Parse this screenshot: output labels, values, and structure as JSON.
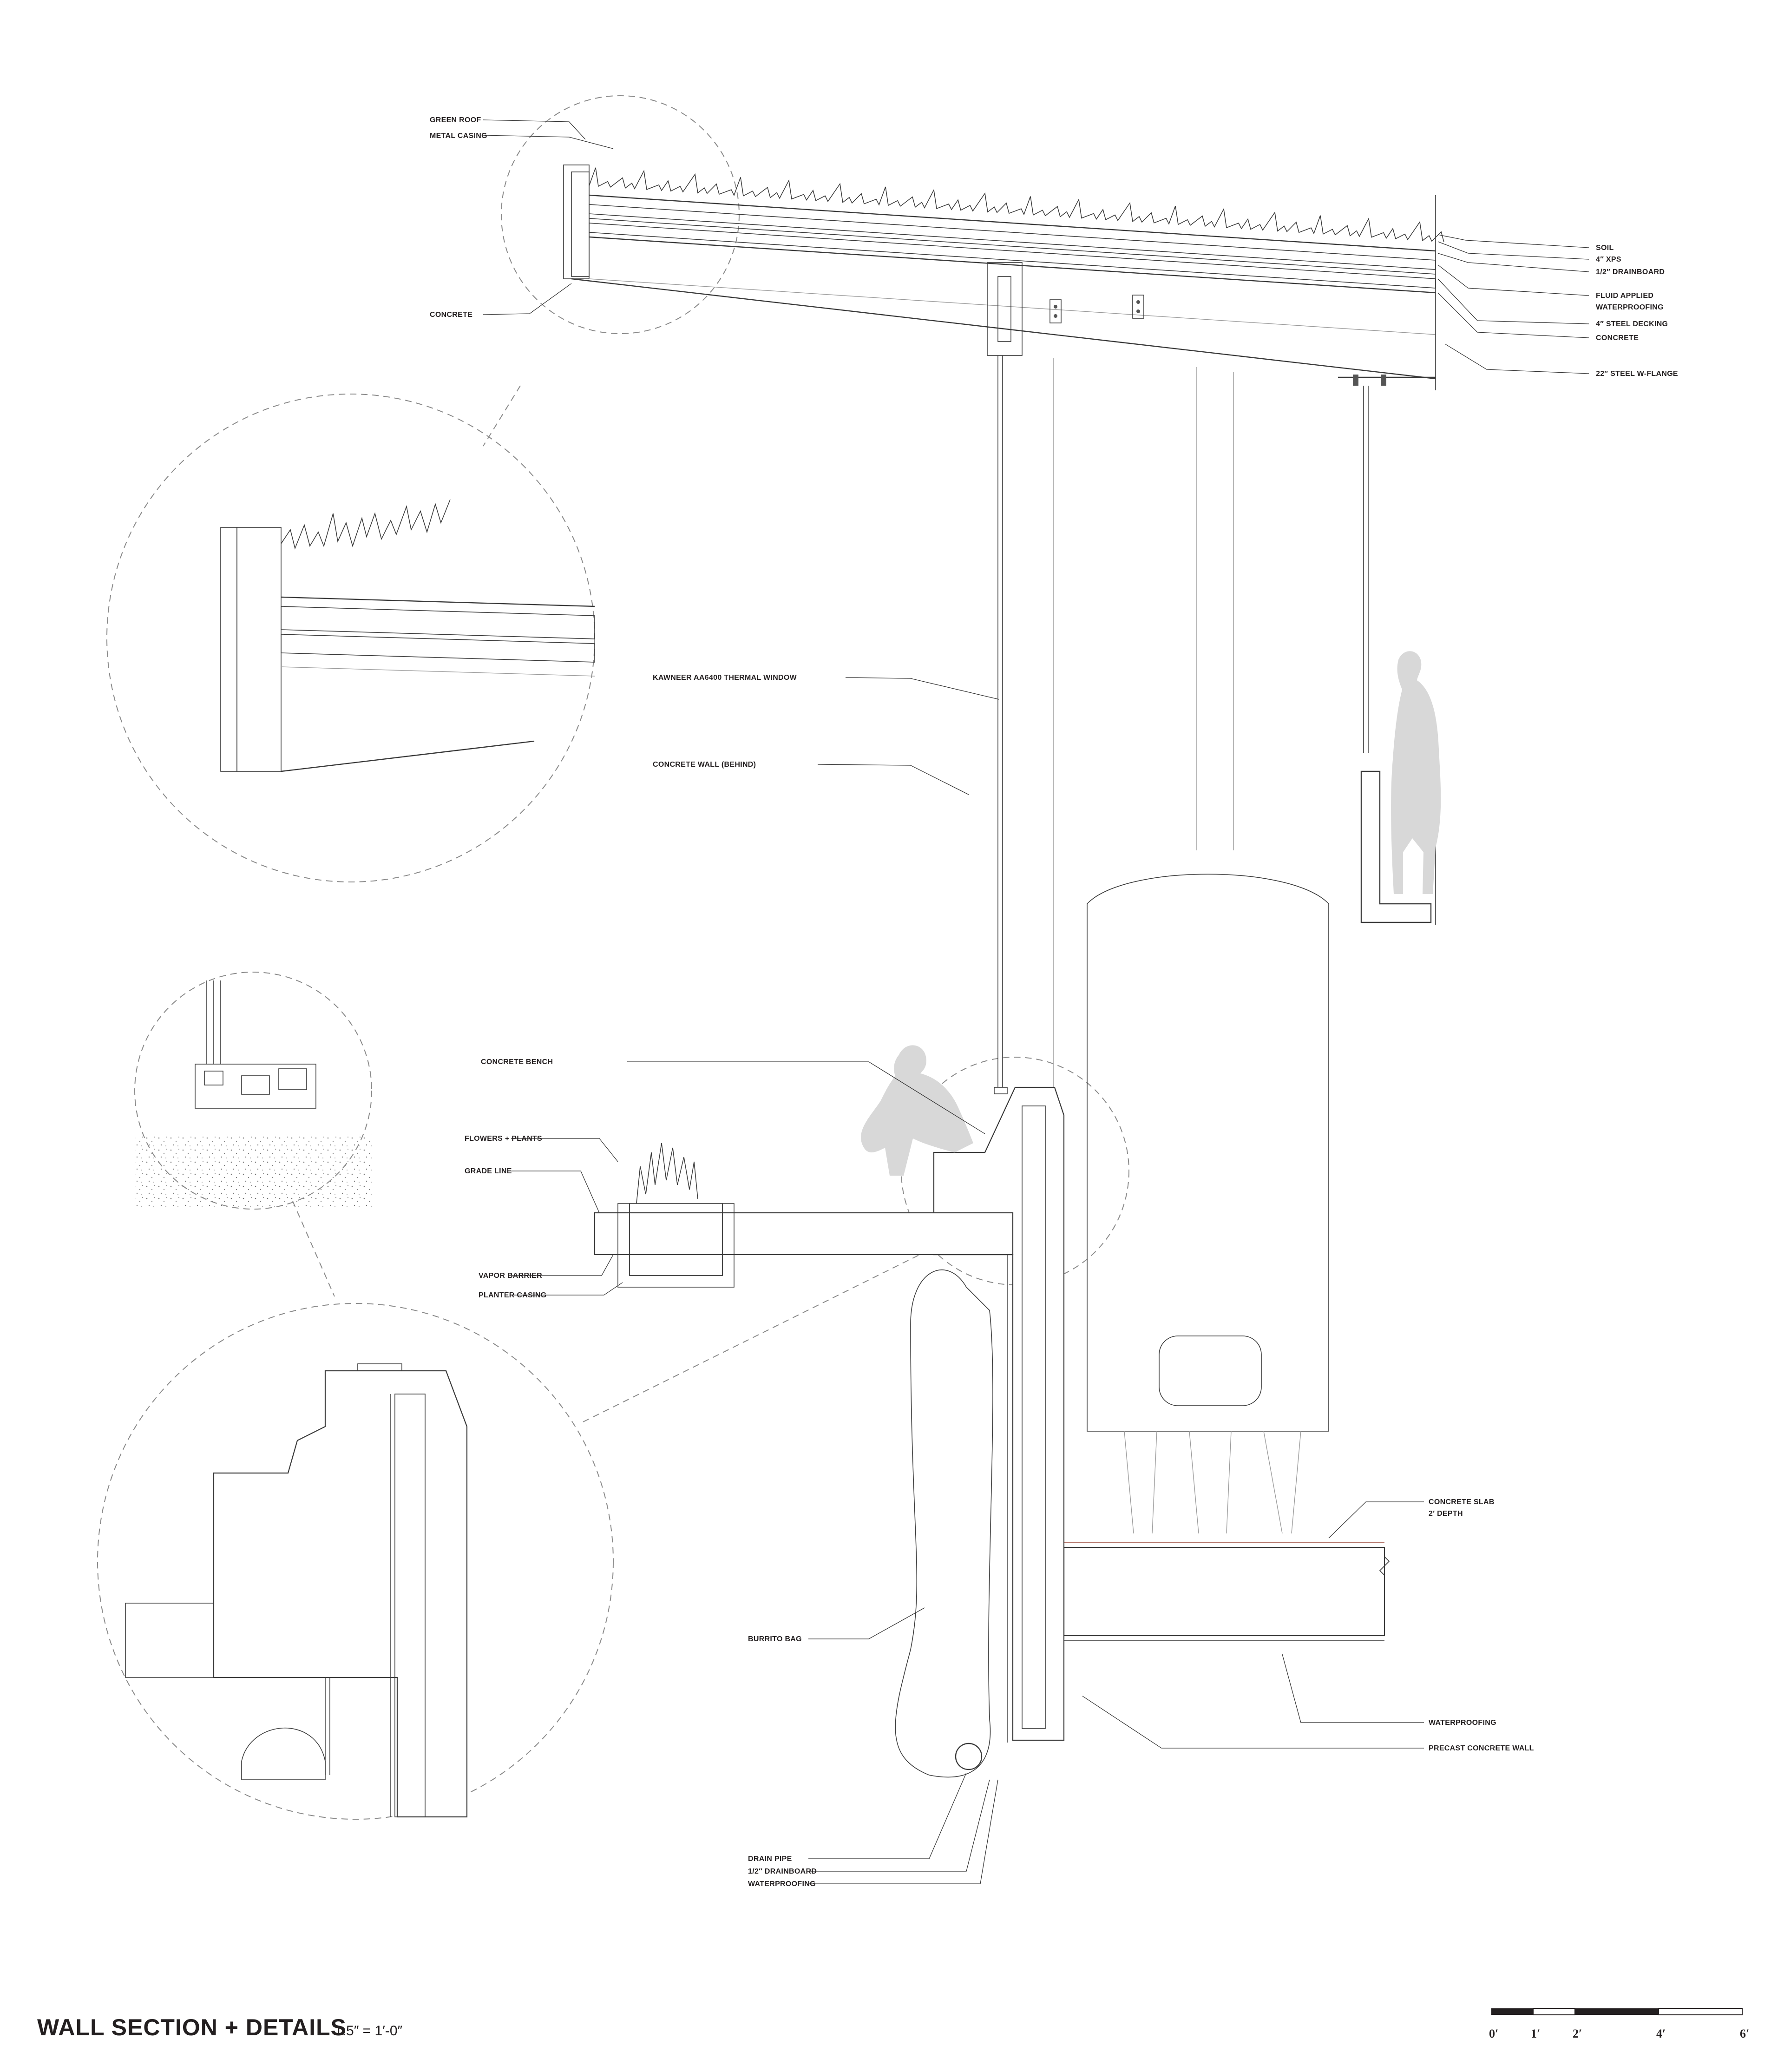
{
  "title": "WALL SECTION + DETAILS",
  "scale_text": "1.5″ = 1′-0″",
  "labels": {
    "green_roof": "GREEN ROOF",
    "metal_casing": "METAL CASING",
    "concrete_left": "CONCRETE",
    "soil": "SOIL",
    "xps": "4″ XPS",
    "drainboard_top": "1/2″ DRAINBOARD",
    "fluid_applied_1": "FLUID APPLIED",
    "fluid_applied_2": "WATERPROOFING",
    "steel_decking": "4″ STEEL DECKING",
    "concrete_right": "CONCRETE",
    "w_flange": "22″ STEEL W-FLANGE",
    "thermal_window": "KAWNEER AA6400 THERMAL WINDOW",
    "concrete_wall_behind": "CONCRETE WALL (BEHIND)",
    "concrete_bench": "CONCRETE BENCH",
    "flowers_plants": "FLOWERS + PLANTS",
    "grade_line": "GRADE LINE",
    "vapor_barrier": "VAPOR BARRIER",
    "planter_casing": "PLANTER CASING",
    "concrete_slab_1": "CONCRETE SLAB",
    "concrete_slab_2": "2′ DEPTH",
    "burrito_bag": "BURRITO BAG",
    "waterproofing_right": "WATERPROOFING",
    "precast_wall": "PRECAST CONCRETE WALL",
    "drain_pipe": "DRAIN PIPE",
    "drainboard_bottom": "1/2″ DRAINBOARD",
    "waterproofing_bottom": "WATERPROOFING"
  },
  "scale_bar": {
    "ticks": [
      "0′",
      "1′",
      "2′",
      "4′",
      "6′"
    ]
  }
}
